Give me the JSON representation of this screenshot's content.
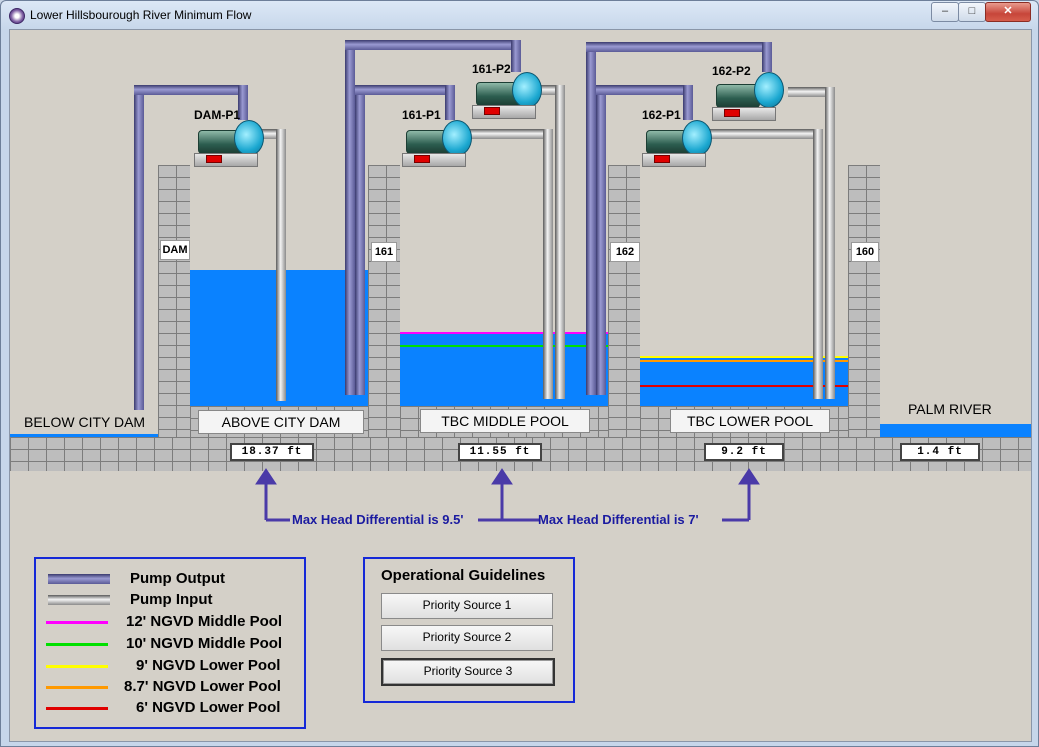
{
  "window": {
    "title": "Lower Hillsbourough River Minimum Flow",
    "controls": {
      "minimize": "–",
      "maximize": "□",
      "close": "✕"
    }
  },
  "icons": {
    "app": "app-icon",
    "window_buttons": [
      "minimize-icon",
      "maximize-icon",
      "close-icon"
    ]
  },
  "colors": {
    "water": "#0a82ff",
    "pump_output": "#7878b8",
    "pump_input": "#c8c8c8",
    "ngvd_12_middle": "#ff00ff",
    "ngvd_10_middle": "#00e000",
    "ngvd_9_lower": "#ffff00",
    "ngvd_8_7_lower": "#ff9900",
    "ngvd_6_lower": "#e00000",
    "panel_border": "#1428d8"
  },
  "structures": {
    "dam": "DAM",
    "s161": "161",
    "s162": "162",
    "s160": "160"
  },
  "pumps": {
    "dam_p1": "DAM-P1",
    "p161_1": "161-P1",
    "p161_2": "161-P2",
    "p162_1": "162-P1",
    "p162_2": "162-P2"
  },
  "pools": {
    "below_city_dam": "BELOW CITY DAM",
    "above_city_dam": "ABOVE CITY DAM",
    "tbc_middle_pool": "TBC MIDDLE POOL",
    "tbc_lower_pool": "TBC LOWER POOL",
    "palm_river": "PALM RIVER"
  },
  "readouts": {
    "above_city_dam": "18.37 ft",
    "tbc_middle_pool": "11.55 ft",
    "tbc_lower_pool": "9.2 ft",
    "palm_river": "1.4 ft"
  },
  "annotations": {
    "head_diff_1": "Max Head Differential is 9.5'",
    "head_diff_2": "Max Head Differential is 7'"
  },
  "legend": {
    "items": [
      {
        "label": "Pump Output"
      },
      {
        "label": "Pump Input"
      },
      {
        "label": "12' NGVD Middle Pool"
      },
      {
        "label": "10' NGVD Middle Pool"
      },
      {
        "label": "9' NGVD Lower Pool"
      },
      {
        "label": "8.7' NGVD Lower Pool"
      },
      {
        "label": "6' NGVD Lower Pool"
      }
    ]
  },
  "guidelines": {
    "title": "Operational Guidelines",
    "buttons": [
      "Priority Source 1",
      "Priority Source 2",
      "Priority Source 3"
    ],
    "selected": "Priority Source 3"
  }
}
